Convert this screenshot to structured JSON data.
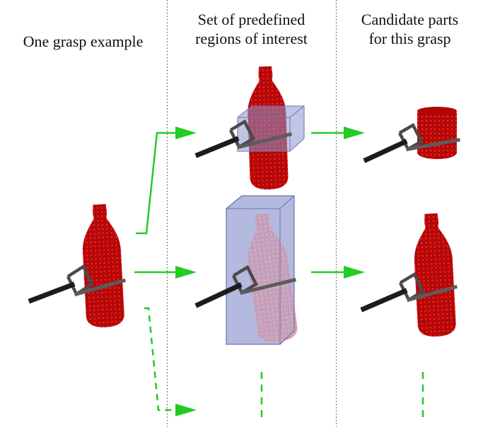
{
  "headers": {
    "col1": "One grasp example",
    "col2_line1": "Set of predefined",
    "col2_line2": "regions of interest",
    "col3_line1": "Candidate parts",
    "col3_line2": "for this grasp"
  },
  "colors": {
    "arrow": "#22cc22",
    "bottle": "#cc0a0a",
    "bottle_shade": "#8a0000",
    "gripper": "#1c1c1c",
    "gripper_bar": "#555555",
    "roi_box": "#7c86c4",
    "divider": "#555555"
  },
  "icons": [
    "bottle-point-cloud-icon",
    "gripper-icon",
    "roi-box-icon",
    "arrow-icon"
  ]
}
